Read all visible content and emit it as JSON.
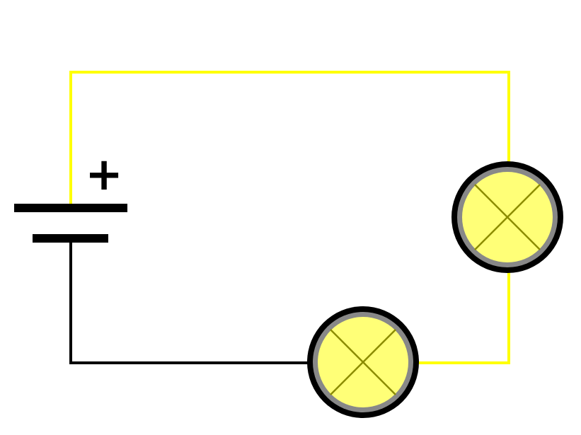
{
  "diagram": {
    "type": "circuit",
    "battery": {
      "positive_label": "+"
    },
    "bulbs": [
      {
        "id": "bulb-1",
        "state": "lit"
      },
      {
        "id": "bulb-2",
        "state": "lit"
      }
    ]
  },
  "colors": {
    "wire_live": "#ffff00",
    "wire_neutral": "#000000",
    "bulb_glass": "#ffff77",
    "bulb_cross": "#8c8c00",
    "bulb_ring": "#888888",
    "bulb_outline": "#000000",
    "battery_plate": "#000000",
    "background": "#ffffff"
  }
}
